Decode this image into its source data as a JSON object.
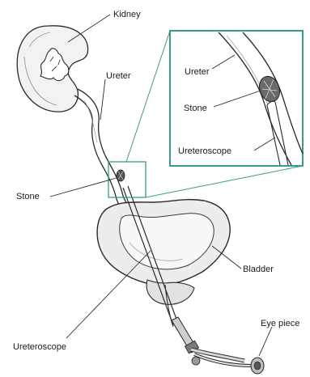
{
  "diagram": {
    "labels": {
      "kidney": "Kidney",
      "ureter": "Ureter",
      "stone": "Stone",
      "bladder": "Bladder",
      "ureteroscope": "Ureteroscope",
      "eye_piece": "Eye piece",
      "inset_ureter": "Ureter",
      "inset_stone": "Stone",
      "inset_ureteroscope": "Ureteroscope"
    },
    "colors": {
      "inset_border": "#3a9a8f",
      "ink": "#2a2a2a"
    }
  }
}
